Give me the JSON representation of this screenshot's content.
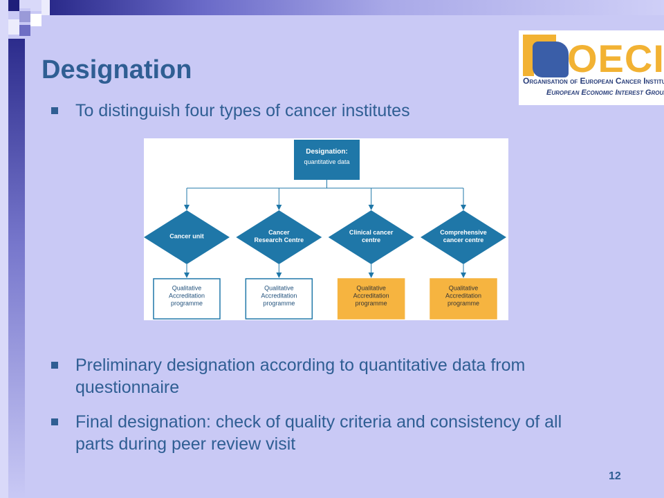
{
  "slide": {
    "title": "Designation",
    "page_number": "12"
  },
  "bullets": [
    "To distinguish four types of cancer institutes",
    "Preliminary designation according to quantitative data from questionnaire",
    "Final designation: check of quality criteria and consistency of all parts during peer review visit"
  ],
  "logo": {
    "wordmark": "OECI",
    "line1": "Organisation of European Cancer Institutes",
    "line2": "European Economic Interest Grouping"
  },
  "diagram": {
    "root": {
      "title": "Designation:",
      "subtitle": "quantitative data"
    },
    "types": [
      {
        "label_lines": [
          "Cancer unit"
        ],
        "programme_lines": [
          "Qualitative",
          "Accreditation",
          "programme"
        ],
        "highlight": false
      },
      {
        "label_lines": [
          "Cancer",
          "Research Centre"
        ],
        "programme_lines": [
          "Qualitative",
          "Accreditation",
          "programme"
        ],
        "highlight": false
      },
      {
        "label_lines": [
          "Clinical cancer",
          "centre"
        ],
        "programme_lines": [
          "Qualitative",
          "Accreditation",
          "programme"
        ],
        "highlight": true
      },
      {
        "label_lines": [
          "Comprehensive",
          "cancer centre"
        ],
        "programme_lines": [
          "Qualitative",
          "Accreditation",
          "programme"
        ],
        "highlight": true
      }
    ],
    "colors": {
      "node": "#1f77a8",
      "highlight": "#f6b440",
      "box_border": "#1f77a8"
    }
  }
}
